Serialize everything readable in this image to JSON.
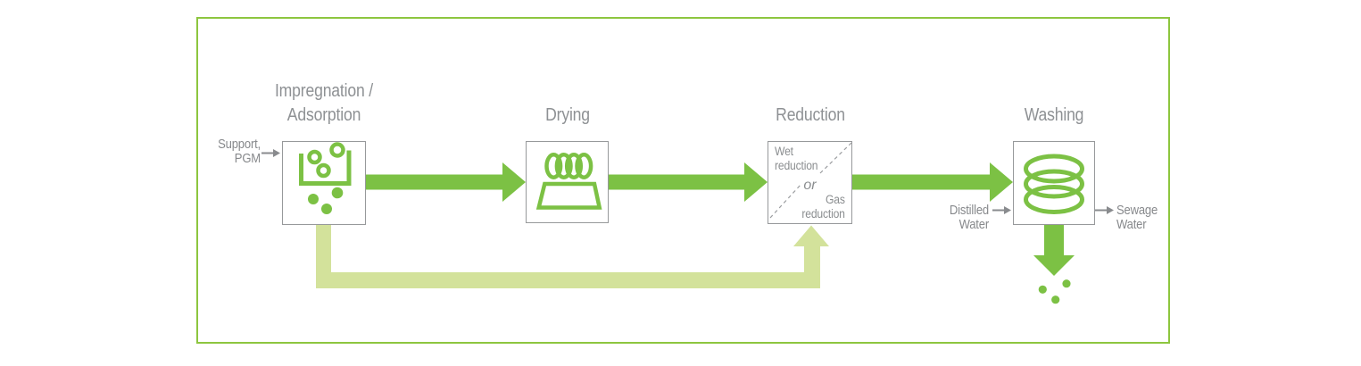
{
  "diagram": {
    "stages": [
      {
        "title_line1": "Impregnation /",
        "title_line2": "Adsorption",
        "icon": "vessel-with-particles-icon"
      },
      {
        "title": "Drying",
        "icon": "heating-coils-tray-icon"
      },
      {
        "title": "Reduction",
        "options": {
          "first_line1": "Wet",
          "first_line2": "reduction",
          "separator": "or",
          "second_line1": "Gas",
          "second_line2": "reduction"
        }
      },
      {
        "title": "Washing",
        "icon": "stacked-coils-icon"
      }
    ],
    "inputs": {
      "support": {
        "line1": "Support,",
        "line2": "PGM"
      },
      "distilled_water": {
        "line1": "Distilled",
        "line2": "Water"
      }
    },
    "outputs": {
      "sewage_water": {
        "line1": "Sewage",
        "line2": "Water"
      },
      "product": {
        "icon": "droplets-icon"
      }
    },
    "flows": {
      "forward": "right-arrow",
      "recycle": "recycle-loop-up-arrow",
      "discharge": "down-arrow"
    },
    "colors": {
      "flow_green": "#7cc144",
      "recycle_light_green": "#d3e29b",
      "frame_green": "#8dc63f",
      "box_border_gray": "#97999b",
      "text_gray": "#8b8e90"
    }
  }
}
